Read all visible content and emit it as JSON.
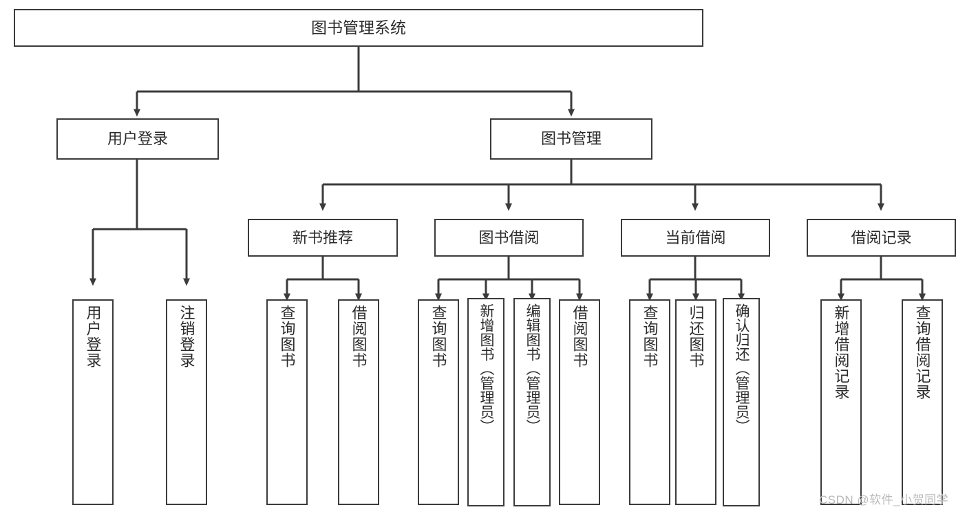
{
  "diagram": {
    "type": "tree",
    "title": "图书管理系统",
    "stroke_color": "#3b3b3b",
    "fill_color": "#ffffff",
    "text_color": "#2b2b2b",
    "nodes": {
      "root": {
        "label": "图书管理系统"
      },
      "level1": [
        {
          "id": "user-login",
          "label": "用户登录"
        },
        {
          "id": "book-manage",
          "label": "图书管理"
        }
      ],
      "level2": [
        {
          "id": "new-book-rec",
          "label": "新书推荐"
        },
        {
          "id": "book-borrow",
          "label": "图书借阅"
        },
        {
          "id": "current-borrow",
          "label": "当前借阅"
        },
        {
          "id": "borrow-record",
          "label": "借阅记录"
        }
      ],
      "leaves": [
        {
          "id": "leaf-user-login",
          "label": "用户登录",
          "parent": "user-login"
        },
        {
          "id": "leaf-user-logout",
          "label": "注销登录",
          "parent": "user-login"
        },
        {
          "id": "leaf-query-book-1",
          "label": "查询图书",
          "parent": "new-book-rec"
        },
        {
          "id": "leaf-borrow-book-1",
          "label": "借阅图书",
          "parent": "new-book-rec"
        },
        {
          "id": "leaf-query-book-2",
          "label": "查询图书",
          "parent": "book-borrow"
        },
        {
          "id": "leaf-add-book",
          "label": "新增图书（管理员）",
          "parent": "book-borrow"
        },
        {
          "id": "leaf-edit-book",
          "label": "编辑图书（管理员）",
          "parent": "book-borrow"
        },
        {
          "id": "leaf-borrow-book-2",
          "label": "借阅图书",
          "parent": "book-borrow"
        },
        {
          "id": "leaf-query-book-3",
          "label": "查询图书",
          "parent": "current-borrow"
        },
        {
          "id": "leaf-return-book",
          "label": "归还图书",
          "parent": "current-borrow"
        },
        {
          "id": "leaf-confirm-return",
          "label": "确认归还（管理员）",
          "parent": "current-borrow"
        },
        {
          "id": "leaf-add-record",
          "label": "新增借阅记录",
          "parent": "borrow-record"
        },
        {
          "id": "leaf-query-record",
          "label": "查询借阅记录",
          "parent": "borrow-record"
        }
      ]
    },
    "watermark": "CSDN @软件_小贺同学"
  }
}
